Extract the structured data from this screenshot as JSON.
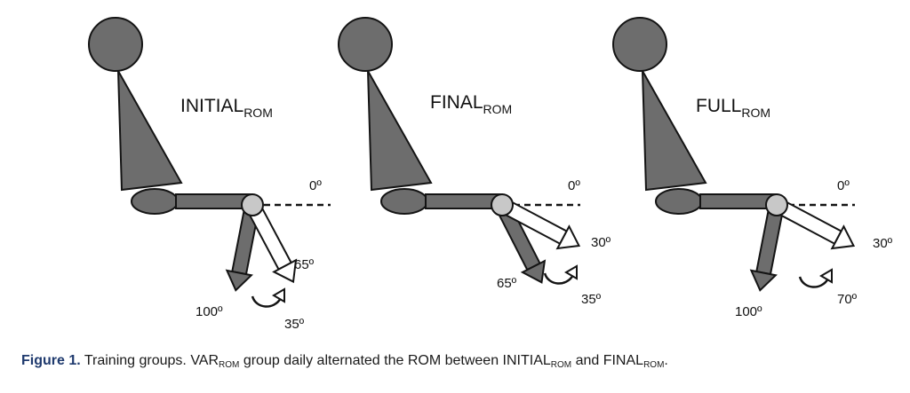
{
  "panels": [
    {
      "title_main": "INITIAL",
      "title_sub": "ROM",
      "zero_label": "0º",
      "start_label": "65º",
      "end_label": "100º",
      "range_label": "35º"
    },
    {
      "title_main": "FINAL",
      "title_sub": "ROM",
      "zero_label": "0º",
      "start_label": "30º",
      "end_label": "65º",
      "range_label": "35º"
    },
    {
      "title_main": "FULL",
      "title_sub": "ROM",
      "zero_label": "0º",
      "start_label": "30º",
      "end_label": "100º",
      "range_label": "70º"
    }
  ],
  "caption": {
    "figure_label": "Figure 1.",
    "text_1": " Training groups. VAR",
    "sub_1": "ROM",
    "text_2": " group daily alternated the ROM between INITIAL",
    "sub_2": "ROM",
    "text_3": " and FINAL",
    "sub_3": "ROM",
    "text_4": "."
  },
  "colors": {
    "body_fill": "#6d6d6d",
    "body_stroke": "#141414",
    "knee_fill": "#c8c8c8",
    "leg_start_fill": "#ffffff",
    "leg_end_fill": "#6d6d6d"
  }
}
